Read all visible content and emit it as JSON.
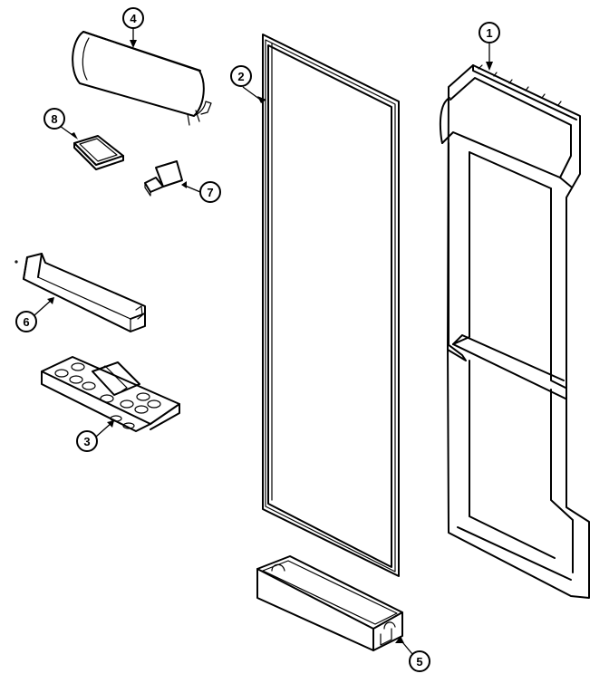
{
  "diagram": {
    "type": "exploded-parts-view",
    "callouts": [
      {
        "id": "callout-1",
        "label": "1"
      },
      {
        "id": "callout-2",
        "label": "2"
      },
      {
        "id": "callout-3",
        "label": "3"
      },
      {
        "id": "callout-4",
        "label": "4"
      },
      {
        "id": "callout-5",
        "label": "5"
      },
      {
        "id": "callout-6",
        "label": "6"
      },
      {
        "id": "callout-7",
        "label": "7"
      },
      {
        "id": "callout-8",
        "label": "8"
      }
    ]
  }
}
